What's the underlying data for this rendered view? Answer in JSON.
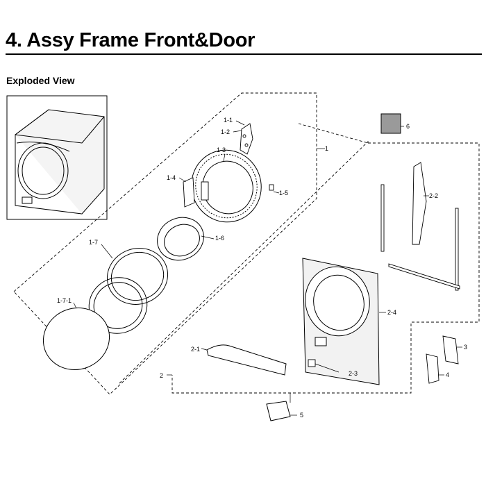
{
  "header": {
    "title": "4.  Assy Frame Front&Door",
    "subtitle": "Exploded View"
  },
  "callouts": {
    "c1": "1",
    "c1_1": "1-1",
    "c1_2": "1-2",
    "c1_3": "1-3",
    "c1_4": "1-4",
    "c1_5": "1-5",
    "c1_6": "1-6",
    "c1_7": "1-7",
    "c1_7_1": "1-7-1",
    "c2": "2",
    "c2_1": "2-1",
    "c2_2": "2-2",
    "c2_3": "2-3",
    "c2_4": "2-4",
    "c3": "3",
    "c4": "4",
    "c5": "5",
    "c6": "6"
  },
  "colors": {
    "ink": "#000000",
    "panel_fill": "#f2f2f2",
    "filter_fill": "#9a9a9a"
  }
}
